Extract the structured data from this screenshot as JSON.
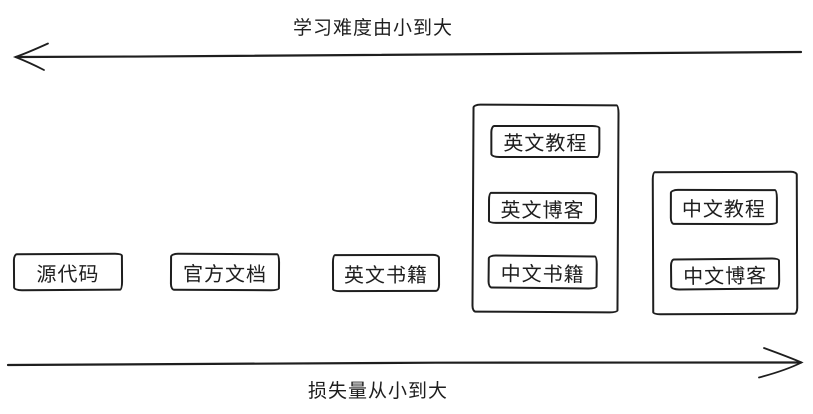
{
  "diagram": {
    "top_axis": {
      "label": "学习难度由小到大",
      "direction": "left"
    },
    "bottom_axis": {
      "label": "损失量从小到大",
      "direction": "right"
    },
    "standalone_items": [
      {
        "label": "源代码"
      },
      {
        "label": "官方文档"
      },
      {
        "label": "英文书籍"
      }
    ],
    "groups": [
      {
        "items": [
          {
            "label": "英文教程"
          },
          {
            "label": "英文博客"
          },
          {
            "label": "中文书籍"
          }
        ]
      },
      {
        "items": [
          {
            "label": "中文教程"
          },
          {
            "label": "中文博客"
          }
        ]
      }
    ],
    "colors": {
      "stroke": "#1e1e1e",
      "background": "#ffffff"
    }
  }
}
